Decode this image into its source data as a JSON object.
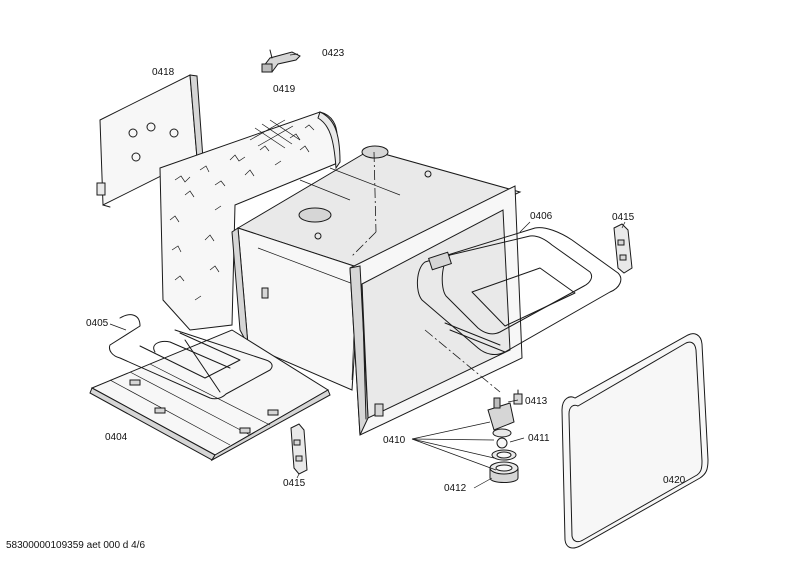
{
  "callouts": {
    "p0418": "0418",
    "p0423": "0423",
    "p0419": "0419",
    "p0406": "0406",
    "p0415a": "0415",
    "p0405": "0405",
    "p0404": "0404",
    "p0415b": "0415",
    "p0413": "0413",
    "p0410": "0410",
    "p0411": "0411",
    "p0412": "0412",
    "p0420": "0420"
  },
  "footer": "58300000109359 aet 000 d 4/6"
}
